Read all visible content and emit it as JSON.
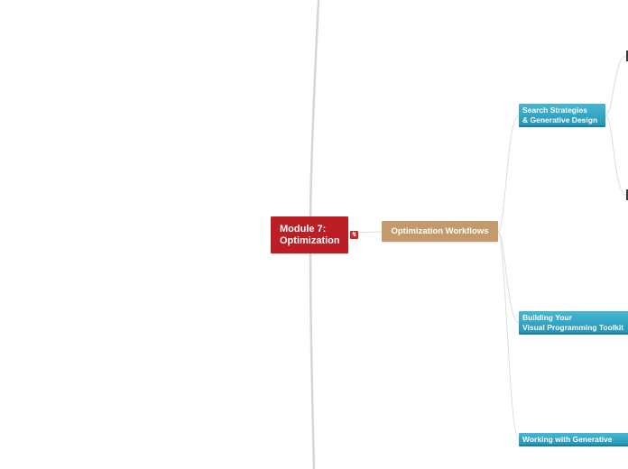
{
  "mindmap": {
    "root": {
      "label": "Module 7:\nOptimization",
      "color": "#b91f24"
    },
    "collapse_toggle": {
      "icon": "collapse-icon",
      "symbol": "↯",
      "color": "#c62828"
    },
    "main_topic": {
      "label": "Optimization Workflows",
      "color": "#c49a6c"
    },
    "sub_topics": [
      {
        "label": "Search Strategies\n& Generative Design"
      },
      {
        "label": "Building Your\nVisual Programming Toolkit"
      },
      {
        "label": "Working with Generative Design"
      }
    ],
    "colors": {
      "sub_topic": "#2596b8",
      "connector": "#d9d9d9",
      "trunk": "#d6d6d6"
    }
  }
}
